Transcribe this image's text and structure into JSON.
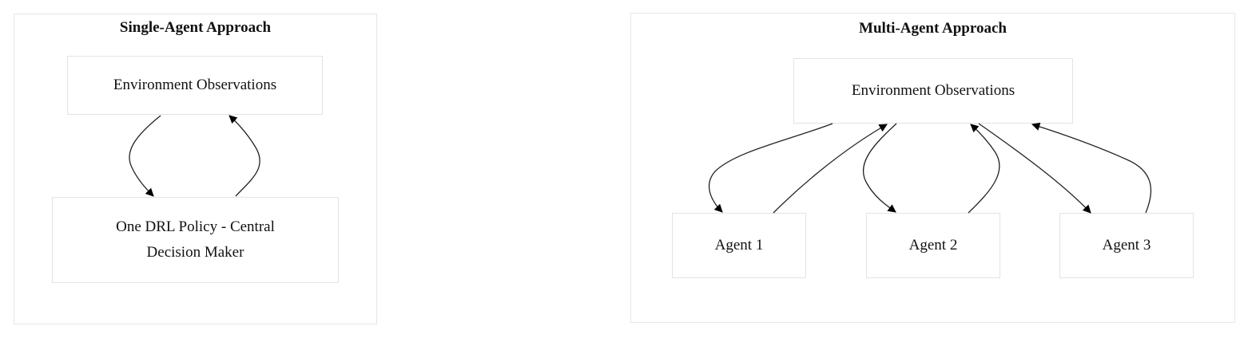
{
  "single": {
    "title": "Single-Agent Approach",
    "env": "Environment Observations",
    "policy_line1": "One DRL Policy - Central",
    "policy_line2": "Decision Maker"
  },
  "multi": {
    "title": "Multi-Agent Approach",
    "env": "Environment Observations",
    "agents": [
      "Agent 1",
      "Agent 2",
      "Agent 3"
    ]
  }
}
